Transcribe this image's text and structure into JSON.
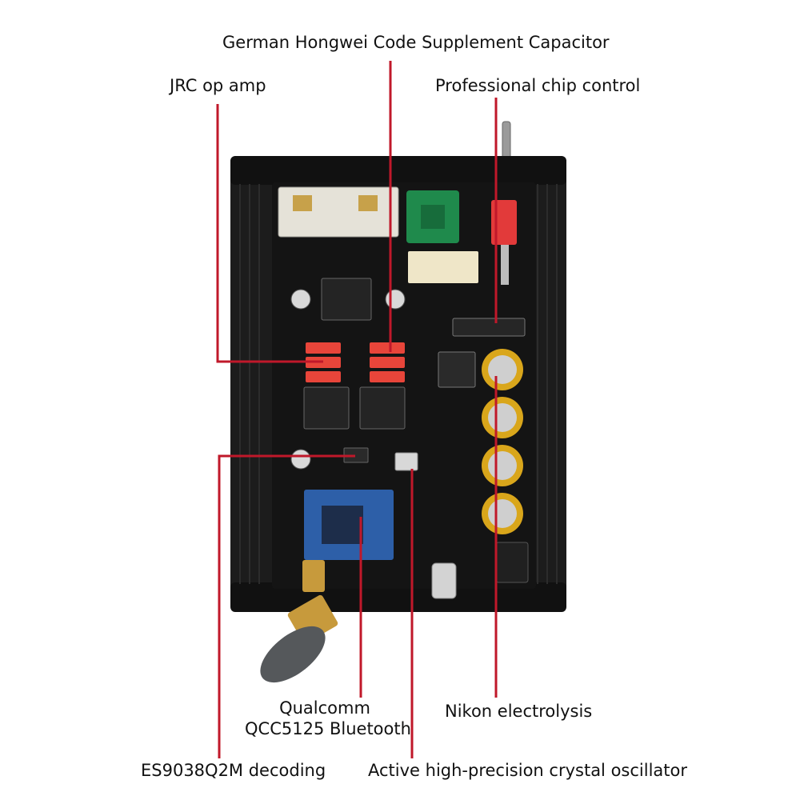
{
  "labels": {
    "capacitor": "German Hongwei Code Supplement Capacitor",
    "op_amp": "JRC op amp",
    "chip_control": "Professional chip control",
    "bluetooth_line1": "Qualcomm",
    "bluetooth_line2": "QCC5125 Bluetooth",
    "electrolysis": "Nikon electrolysis",
    "decoding": "ES9038Q2M decoding",
    "oscillator": "Active high-precision crystal oscillator"
  },
  "colors": {
    "leader_line": "#c0182a",
    "pcb": "#141414",
    "case": "#1c1c1c",
    "film_capacitor": "#e8453a",
    "electrolytic_sleeve": "#d9a61b",
    "terminal_green": "#1f8a4c",
    "bluetooth_module": "#2d5fa8",
    "antenna": "#55585b",
    "gold_connector": "#c79a3c"
  }
}
